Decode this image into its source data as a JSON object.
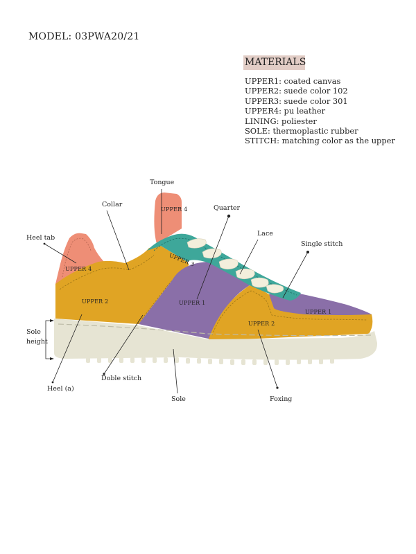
{
  "header": {
    "model": "MODEL: 03PWA20/21"
  },
  "materials": {
    "title": "MATERIALS",
    "items": [
      "UPPER1: coated canvas",
      "UPPER2: suede color 102",
      "UPPER3: suede color 301",
      "UPPER4: pu leather",
      "LINING: poliester",
      "SOLE: thermoplastic rubber",
      "STITCH: matching color as the upper"
    ]
  },
  "callouts": {
    "tongue": "Tongue",
    "collar": "Collar",
    "quarter": "Quarter",
    "lace": "Lace",
    "single_stitch": "Single stitch",
    "heel_tab": "Heel tab",
    "sole_height_1": "Sole",
    "sole_height_2": "height",
    "heel": "Heel (a)",
    "doble_stitch": "Doble  stitch",
    "sole": "Sole",
    "foxing": "Foxing"
  },
  "parts": {
    "upper4_tongue": "UPPER 4",
    "upper4_heel": "UPPER 4",
    "upper3": "UPPER 3",
    "upper1_quarter": "UPPER 1",
    "upper1_toe": "UPPER 1",
    "upper2_heel": "UPPER 2",
    "upper2_front": "UPPER 2"
  },
  "colors": {
    "upper1": "#8a6fa8",
    "upper2": "#e0a424",
    "upper3": "#3ea79a",
    "upper4": "#ee8e76",
    "sole": "#e6e4d3",
    "lace": "#f3efdc",
    "stitch": "#9a7416"
  }
}
